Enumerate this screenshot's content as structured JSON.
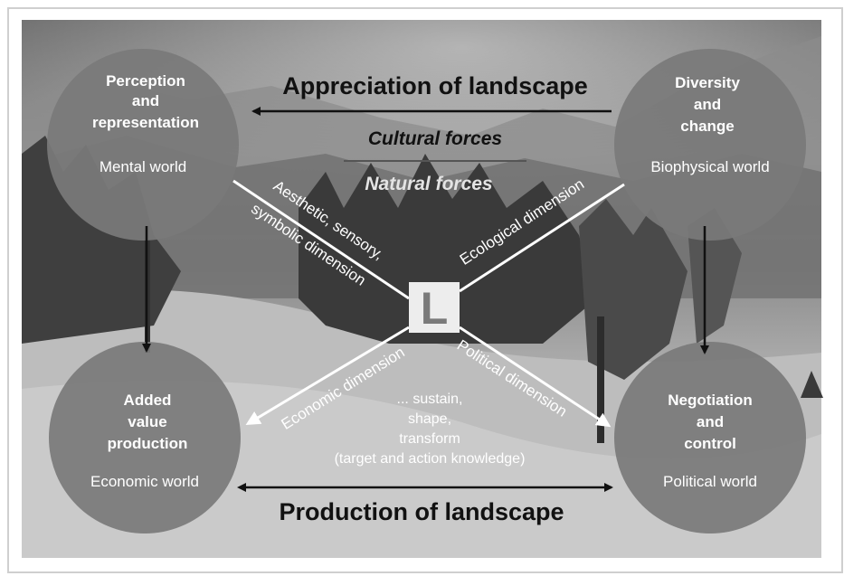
{
  "header": {
    "appreciation": "Appreciation of landscape",
    "cultural_forces": "Cultural forces",
    "natural_forces": "Natural forces"
  },
  "footer": {
    "production": "Production of landscape"
  },
  "nodes": {
    "mental": {
      "title": [
        "Perception",
        "and",
        "representation"
      ],
      "subtitle": "Mental world"
    },
    "biophysical": {
      "title": [
        "Diversity",
        "and",
        "change"
      ],
      "subtitle": "Biophysical world"
    },
    "economic": {
      "title": [
        "Added",
        "value",
        "production"
      ],
      "subtitle": "Economic world"
    },
    "political": {
      "title": [
        "Negotiation",
        "and",
        "control"
      ],
      "subtitle": "Political world"
    }
  },
  "center": {
    "logo": "L"
  },
  "dimensions": {
    "aesthetic_line1": "Aesthetic, sensory,",
    "aesthetic_line2": "symbolic dimension",
    "ecological": "Ecological dimension",
    "economic": "Economic dimension",
    "political": "Political dimension"
  },
  "action": {
    "line1": "... sustain,",
    "line2": "shape,",
    "line3": "transform",
    "line4": "(target and action knowledge)"
  },
  "colors": {
    "circle": "#7a7a7a",
    "background_dark": "#3f3f3f",
    "background_light": "#cfcfcf",
    "text_dark": "#111111",
    "text_light": "#ffffff"
  }
}
